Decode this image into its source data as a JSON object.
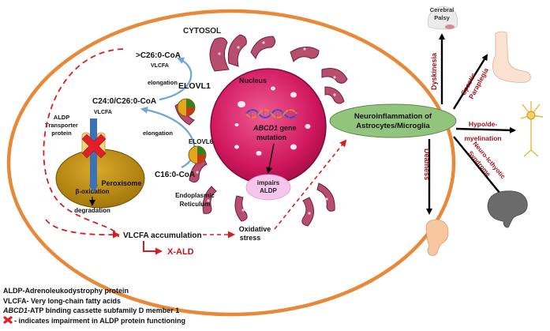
{
  "cytosol_label": "CYTOSOL",
  "nucleus_label": "Nucleus",
  "gene": {
    "name": "ABCD1",
    "suffix": " gene",
    "line2": "mutation"
  },
  "impairs": {
    "line1": "impairs",
    "line2": "ALDP"
  },
  "er": {
    "line1": "Endoplasmic",
    "line2": "Reticulum"
  },
  "c26_label": ">C26:0-CoA",
  "vlcfa_top": "VLCFA",
  "elongation_top": "elongation",
  "elongation_bottom": "elongation",
  "elovl1": "ELOVL1",
  "elovl6": "ELOVL6",
  "c24_label": "C24:0/C26:0-CoA",
  "vlcfa_mid": "VLCFA",
  "aldp_transporter": {
    "line1": "ALDP",
    "line2": "Transporter",
    "line3": "protein"
  },
  "c16_label": "C16:0-CoA",
  "peroxisome": "Peroxisome",
  "beta_ox": "β-oxidation",
  "degradation": "degradation",
  "vlcfa_accum": "VLCFA accumulation",
  "oxidative": {
    "line1": "Oxidative",
    "line2": "stress"
  },
  "xald": "X-ALD",
  "neuro": {
    "line1": "Neuroinflammation of",
    "line2": "Astrocytes/Microglia"
  },
  "outcomes": {
    "cerebral": {
      "line1": "Cerebral",
      "line2": "Palsy"
    },
    "dyskinesia": "Dyskinesia",
    "spastic": {
      "line1": "Spastic",
      "line2": "Paraplegia"
    },
    "hypo": {
      "line1": "Hypo/de-",
      "line2": "myelination"
    },
    "neuro_ich": {
      "line1": "Neuro-Icthyotic",
      "line2": "Syndrome"
    },
    "deafness": "Deafness"
  },
  "legend": {
    "line1": "ALDP-Adrenoleukodystrophy protein",
    "line2": "VLCFA- Very long-chain fatty acids",
    "line3_gene": "ABCD1",
    "line3_rest": "-ATP binding cassette subfamily D member 1",
    "line4": "- indicates impairment in ALDP protein functioning"
  },
  "colors": {
    "cell_border": "#e8893a",
    "dark_red": "#a0131c",
    "dashed_red": "#d61e1e",
    "nucleus": "#d0175e",
    "er": "#b84e6e",
    "peroxisome": "#b98a0a",
    "neuro_fill": "#93c47d",
    "impairs_fill": "#f5c6ec",
    "blue_arrow": "#6fa6d6"
  }
}
